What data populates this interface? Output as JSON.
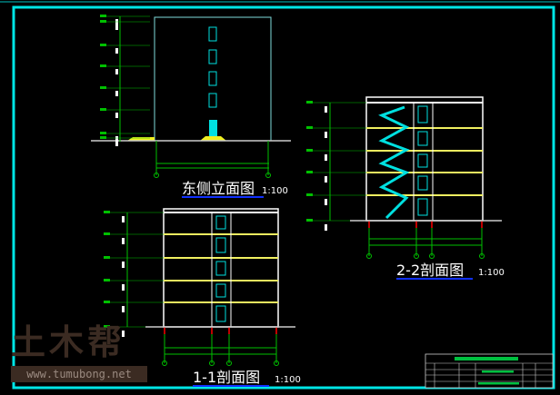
{
  "drawing": {
    "views": [
      {
        "id": "east-elevation",
        "title": "东侧立面图",
        "scale": "1:100"
      },
      {
        "id": "section-1-1",
        "title": "1-1剖面图",
        "scale": "1:100"
      },
      {
        "id": "section-2-2",
        "title": "2-2剖面图",
        "scale": "1:100"
      }
    ],
    "colors": {
      "background": "#000000",
      "frame": "#00e5e5",
      "dimension": "#00c000",
      "floor_slab": "#f0f060",
      "window": "#00e0e0",
      "wall": "#ffffff",
      "title_underline": "#1030ff"
    }
  },
  "watermark": {
    "logo": "土木帮",
    "url": "www.tumubong.net"
  }
}
